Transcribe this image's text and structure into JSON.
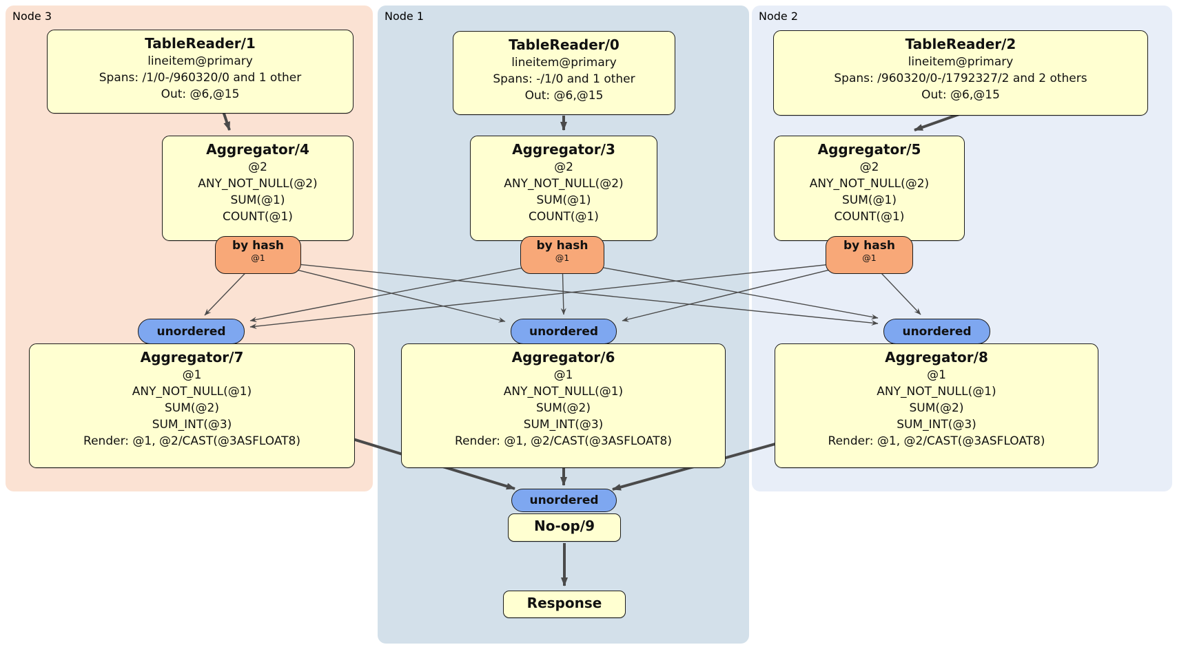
{
  "regions": {
    "node3": {
      "label": "Node 3"
    },
    "node1": {
      "label": "Node 1"
    },
    "node2": {
      "label": "Node 2"
    }
  },
  "processors": {
    "tablereader1": {
      "title": "TableReader/1",
      "lines": [
        "lineitem@primary",
        "Spans: /1/0-/960320/0 and 1 other",
        "Out: @6,@15"
      ]
    },
    "tablereader0": {
      "title": "TableReader/0",
      "lines": [
        "lineitem@primary",
        "Spans: -/1/0 and 1 other",
        "Out: @6,@15"
      ]
    },
    "tablereader2": {
      "title": "TableReader/2",
      "lines": [
        "lineitem@primary",
        "Spans: /960320/0-/1792327/2 and 2 others",
        "Out: @6,@15"
      ]
    },
    "aggregator4": {
      "title": "Aggregator/4",
      "lines": [
        "@2",
        "ANY_NOT_NULL(@2)",
        "SUM(@1)",
        "COUNT(@1)"
      ]
    },
    "aggregator3": {
      "title": "Aggregator/3",
      "lines": [
        "@2",
        "ANY_NOT_NULL(@2)",
        "SUM(@1)",
        "COUNT(@1)"
      ]
    },
    "aggregator5": {
      "title": "Aggregator/5",
      "lines": [
        "@2",
        "ANY_NOT_NULL(@2)",
        "SUM(@1)",
        "COUNT(@1)"
      ]
    },
    "aggregator7": {
      "title": "Aggregator/7",
      "lines": [
        "@1",
        "ANY_NOT_NULL(@1)",
        "SUM(@2)",
        "SUM_INT(@3)",
        "Render: @1, @2/CAST(@3ASFLOAT8)"
      ]
    },
    "aggregator6": {
      "title": "Aggregator/6",
      "lines": [
        "@1",
        "ANY_NOT_NULL(@1)",
        "SUM(@2)",
        "SUM_INT(@3)",
        "Render: @1, @2/CAST(@3ASFLOAT8)"
      ]
    },
    "aggregator8": {
      "title": "Aggregator/8",
      "lines": [
        "@1",
        "ANY_NOT_NULL(@1)",
        "SUM(@2)",
        "SUM_INT(@3)",
        "Render: @1, @2/CAST(@3ASFLOAT8)"
      ]
    },
    "noop9": {
      "title": "No-op/9"
    },
    "response": {
      "title": "Response"
    }
  },
  "routers": {
    "hash_node3": {
      "label": "by hash",
      "sub": "@1"
    },
    "hash_node1": {
      "label": "by hash",
      "sub": "@1"
    },
    "hash_node2": {
      "label": "by hash",
      "sub": "@1"
    }
  },
  "syncs": {
    "unordered7": {
      "label": "unordered"
    },
    "unordered6": {
      "label": "unordered"
    },
    "unordered8": {
      "label": "unordered"
    },
    "unordered9": {
      "label": "unordered"
    }
  },
  "colors": {
    "node3-bg": "#fbe2d3",
    "node1-bg": "#d3e0ea",
    "node2-bg": "#e8eef8",
    "box-bg": "#ffffd1",
    "hash-bg": "#f8a878",
    "sync-bg": "#7ea7f0",
    "edge": "#4a4a4a"
  }
}
